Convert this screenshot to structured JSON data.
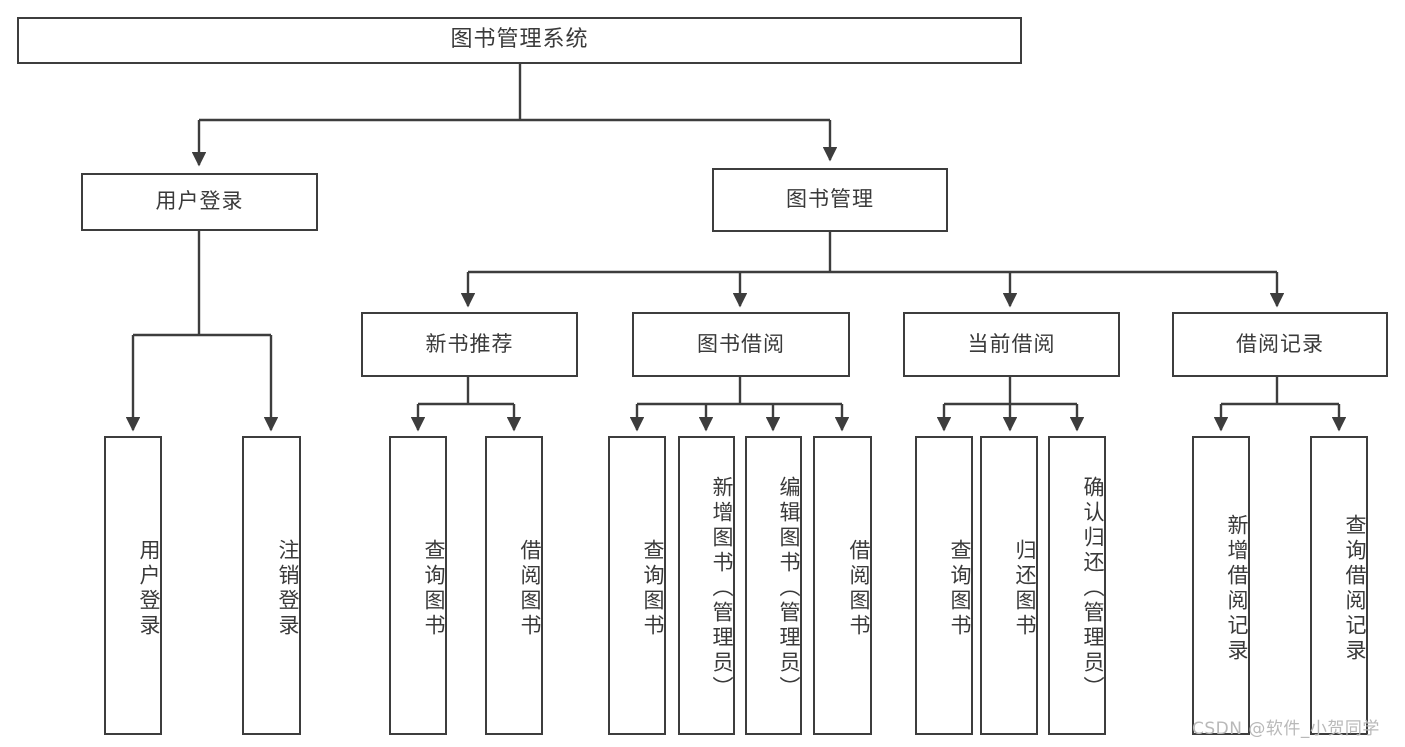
{
  "diagram": {
    "title": "图书管理系统",
    "type": "功能结构图",
    "watermark": "CSDN @软件_小贺同学",
    "colors": {
      "box_border": "#3d3d3d",
      "box_fill": "#ffffff",
      "text": "#3a3a3a",
      "connector": "#3d3d3d",
      "background": "#ffffff",
      "watermark": "#b9b9b9"
    },
    "levels": {
      "root": {
        "label": "图书管理系统"
      },
      "level2": [
        {
          "label": "用户登录"
        },
        {
          "label": "图书管理"
        }
      ],
      "level3": [
        {
          "label": "新书推荐"
        },
        {
          "label": "图书借阅"
        },
        {
          "label": "当前借阅"
        },
        {
          "label": "借阅记录"
        }
      ],
      "leaves": {
        "user_login": [
          {
            "label": "用户登录"
          },
          {
            "label": "注销登录"
          }
        ],
        "new_book_recommend": [
          {
            "label": "查询图书"
          },
          {
            "label": "借阅图书"
          }
        ],
        "book_borrow": [
          {
            "label": "查询图书"
          },
          {
            "label": "新增图书（管理员）"
          },
          {
            "label": "编辑图书（管理员）"
          },
          {
            "label": "借阅图书"
          }
        ],
        "current_borrow": [
          {
            "label": "查询图书"
          },
          {
            "label": "归还图书"
          },
          {
            "label": "确认归还（管理员）"
          }
        ],
        "borrow_record": [
          {
            "label": "新增借阅记录"
          },
          {
            "label": "查询借阅记录"
          }
        ]
      }
    }
  }
}
